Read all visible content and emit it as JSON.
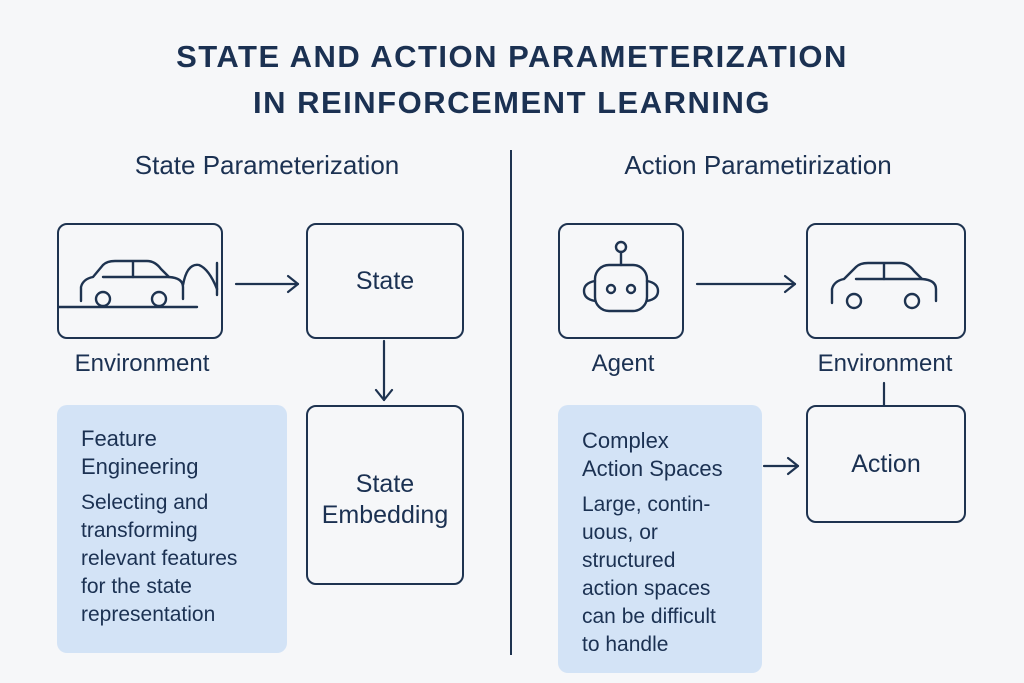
{
  "title": {
    "line1": "STATE AND ACTION PARAMETERIZATION",
    "line2": "IN REINFORCEMENT LEARNING"
  },
  "state_section": {
    "heading": "State Parameterization",
    "environment_label": "Environment",
    "state_box": "State",
    "embedding_box": {
      "line1": "State",
      "line2": "Embedding"
    },
    "note": {
      "heading_line1": "Feature",
      "heading_line2": "Engineering",
      "body": [
        "Selecting and",
        "transforming",
        "relevant features",
        "for the state",
        "representation"
      ]
    }
  },
  "action_section": {
    "heading": "Action Parametirization",
    "agent_label": "Agent",
    "environment_label": "Environment",
    "action_box": "Action",
    "note": {
      "heading_line1": "Complex",
      "heading_line2": "Action Spaces",
      "body": [
        "Large, contin-",
        "uous, or",
        "structured",
        "action spaces",
        "can be difficult",
        "to handle"
      ]
    }
  },
  "icons": {
    "environment_left": "car-on-road-icon",
    "agent": "robot-head-icon",
    "environment_right": "car-icon"
  },
  "colors": {
    "ink": "#1e3350",
    "note_fill": "#d3e3f6",
    "background": "#f6f7f9"
  }
}
